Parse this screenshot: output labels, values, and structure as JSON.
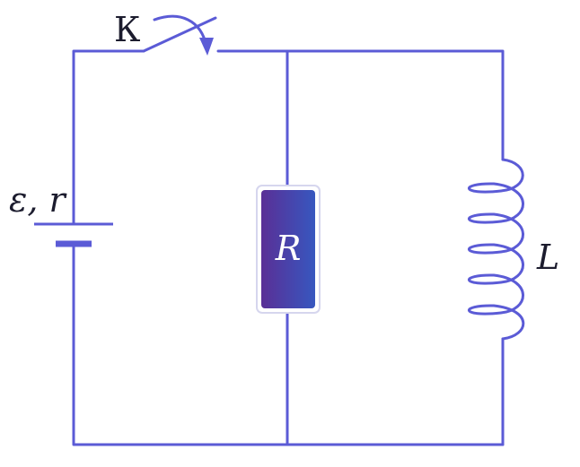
{
  "diagram": {
    "switch_label": "К",
    "source_label": "ε, r",
    "resistor_label": "R",
    "inductor_label": "L"
  },
  "colors": {
    "wire": "#5b5bd6",
    "resistor_left": "#5a2f96",
    "resistor_right": "#3757bf",
    "text": "#1c1c2e"
  }
}
